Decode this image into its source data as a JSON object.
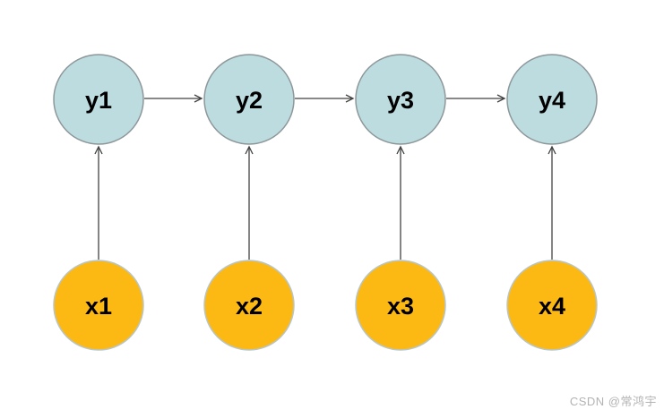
{
  "diagram": {
    "description": "sequence model graph: inputs x1-x4 feed outputs y1-y4, y nodes chained left to right",
    "y_nodes": [
      {
        "id": "y1",
        "label": "y1"
      },
      {
        "id": "y2",
        "label": "y2"
      },
      {
        "id": "y3",
        "label": "y3"
      },
      {
        "id": "y4",
        "label": "y4"
      }
    ],
    "x_nodes": [
      {
        "id": "x1",
        "label": "x1"
      },
      {
        "id": "x2",
        "label": "x2"
      },
      {
        "id": "x3",
        "label": "x3"
      },
      {
        "id": "x4",
        "label": "x4"
      }
    ],
    "edges": [
      {
        "from": "y1",
        "to": "y2"
      },
      {
        "from": "y2",
        "to": "y3"
      },
      {
        "from": "y3",
        "to": "y4"
      },
      {
        "from": "x1",
        "to": "y1"
      },
      {
        "from": "x2",
        "to": "y2"
      },
      {
        "from": "x3",
        "to": "y3"
      },
      {
        "from": "x4",
        "to": "y4"
      }
    ],
    "colors": {
      "y_fill": "#bcdce0",
      "y_border": "#8e9799",
      "x_fill": "#fdb913",
      "x_border": "#b7c6cc",
      "arrow": "#424242",
      "background": "#ffffff"
    }
  },
  "watermark": {
    "text": "CSDN @常鸿宇",
    "color": "#b3b3b3"
  }
}
